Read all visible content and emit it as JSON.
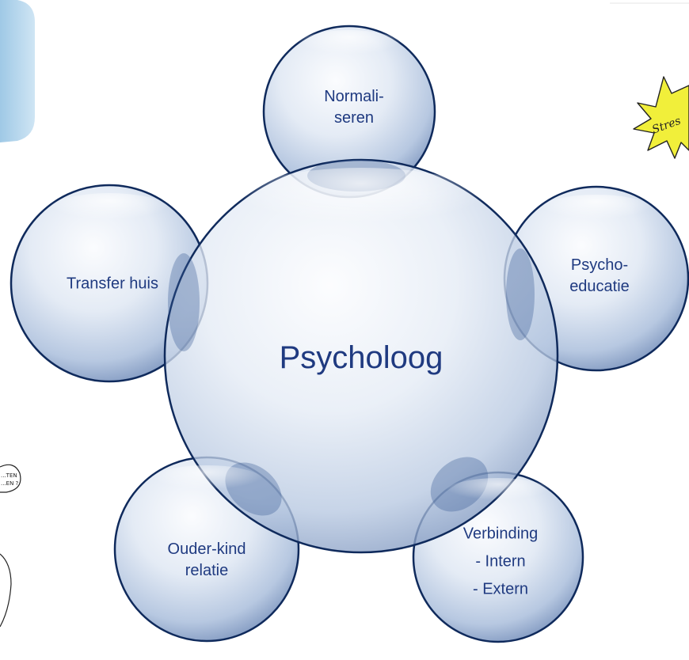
{
  "diagram": {
    "center": {
      "label": "Psycholoog"
    },
    "nodes": {
      "normaliseren": {
        "lines": [
          "Normali-",
          "seren"
        ]
      },
      "psychoeducatie": {
        "lines": [
          "Psycho-",
          "educatie"
        ]
      },
      "verbinding": {
        "lines": [
          "Verbinding",
          "- Intern",
          "- Extern"
        ]
      },
      "ouder_kind": {
        "lines": [
          "Ouder-kind",
          "relatie"
        ]
      },
      "transfer": {
        "lines": [
          "Transfer huis"
        ]
      }
    }
  },
  "decorations": {
    "stress_badge_text": "Stres",
    "speech_bubble_text": [
      "...TEN",
      "...EN ?"
    ]
  },
  "colors": {
    "bubble_outline": "#0f2a5c",
    "bubble_fill_light": "#f4f7fc",
    "bubble_fill_mid": "#c9d6ea",
    "bubble_fill_dark": "#8aa1c6",
    "text": "#1f3a80",
    "left_panel": "#b9d8ee",
    "star": "#f1ef3a"
  }
}
